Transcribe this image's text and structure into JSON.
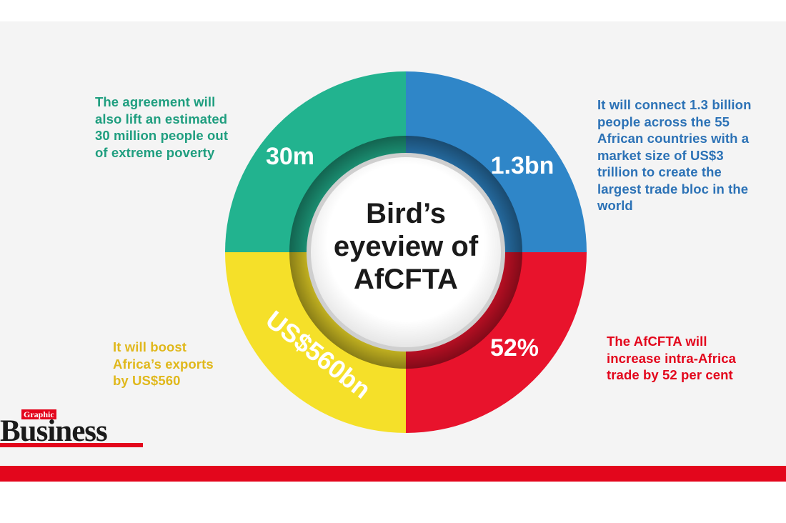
{
  "title": {
    "line1": "Bird’s",
    "line2": "eyeview of",
    "line3": "AfCFTA"
  },
  "segments": [
    {
      "key": "top-left",
      "stat": "30m",
      "color": "#22b38f",
      "caption": [
        "The agreement will",
        "also lift an estimated",
        "30 million people out",
        "of extreme poverty"
      ]
    },
    {
      "key": "top-right",
      "stat": "1.3bn",
      "color": "#2f86c8",
      "caption": [
        "It will connect 1.3 billion",
        "people across the 55",
        "African countries with a",
        "market size of US$3",
        "trillion to create the",
        "largest trade bloc in the",
        "world"
      ]
    },
    {
      "key": "bottom-right",
      "stat": "52%",
      "color": "#e8132c",
      "caption": [
        "The AfCFTA will",
        "increase intra-Africa",
        "trade by 52 per cent"
      ]
    },
    {
      "key": "bottom-left",
      "stat": "US$560bn",
      "color": "#f5e029",
      "caption": [
        "It will boost",
        "Africa’s exports",
        "by US$560"
      ]
    }
  ],
  "caption_colors": {
    "top-left": "#1f9e7f",
    "top-right": "#2c72b6",
    "bottom-right": "#e3061c",
    "bottom-left": "#e0b81c"
  },
  "logo": {
    "small": "Graphic",
    "big": "Business",
    "accent": "#e3061c"
  },
  "bar_color": "#e3061c"
}
